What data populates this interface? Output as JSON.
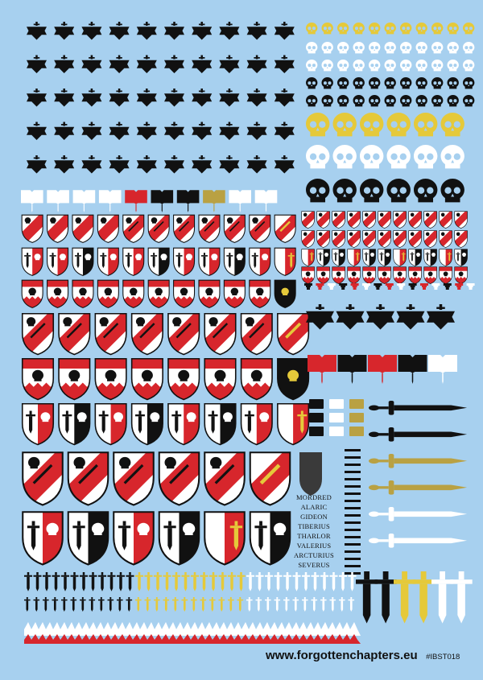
{
  "colors": {
    "background": "#a7d0ef",
    "red": "#d7262c",
    "black": "#111111",
    "white": "#ffffff",
    "gold": "#e5c93a",
    "bronze": "#b9a143"
  },
  "sheet": {
    "icon_set": [
      "scroll-banner-icon",
      "skull-icon",
      "shield-icon",
      "sword-icon",
      "book-icon",
      "fleur-icon",
      "chevron-border-icon"
    ],
    "names": [
      "MORDRED",
      "ALARIC",
      "GIDEON",
      "TIBERIUS",
      "THARLOR",
      "VALERIUS",
      "ARCTURIUS",
      "SEVERUS"
    ],
    "footer": {
      "website": "www.forgottenchapters.eu",
      "code": "#IBST018"
    }
  }
}
